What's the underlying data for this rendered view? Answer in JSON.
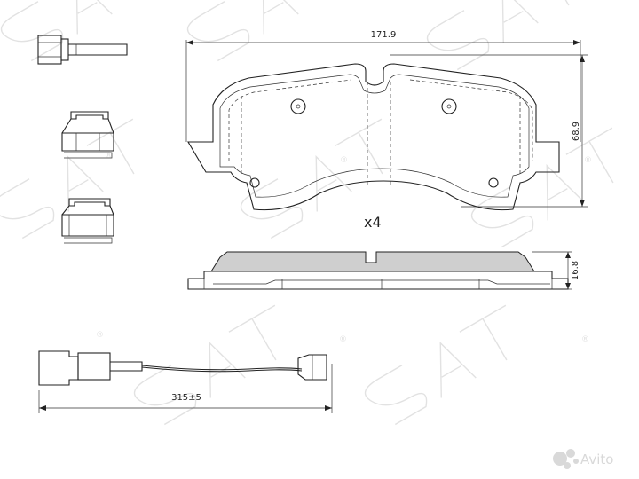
{
  "dimensions": {
    "width": "171.9",
    "height": "68.9",
    "thickness": "16.8",
    "wire_length": "315±5"
  },
  "quantity": "x4",
  "watermark": {
    "brand": "SAT",
    "registered": "®"
  },
  "avito_badge": "Avito"
}
